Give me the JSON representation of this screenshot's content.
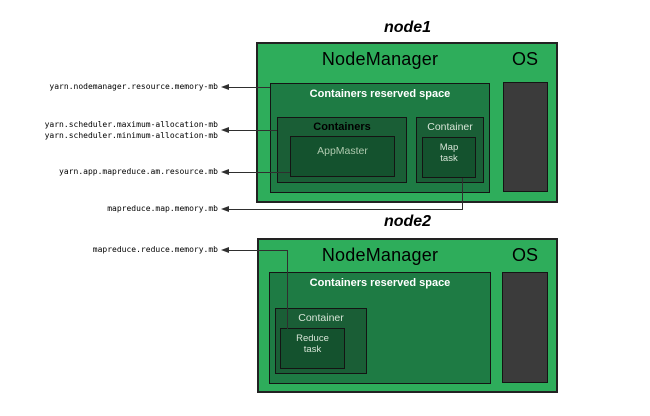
{
  "colors": {
    "node_fill": "#2ead5b",
    "reserved_fill": "#1e7b44",
    "container_fill": "#1a5e36",
    "task_fill": "#14522e",
    "os_fill": "#3b3b3b",
    "border": "#141414",
    "line": "#2f2f2f",
    "light_text": "#d6e4d6",
    "dim_text": "#aec9ae"
  },
  "node1": {
    "title": "node1",
    "nodemanager": "NodeManager",
    "os": "OS",
    "reserved": "Containers reserved space",
    "containers": "Containers",
    "appmaster": "AppMaster",
    "container": "Container",
    "map_task": "Map task"
  },
  "node2": {
    "title": "node2",
    "nodemanager": "NodeManager",
    "os": "OS",
    "reserved": "Containers reserved space",
    "container": "Container",
    "reduce_task": "Reduce task"
  },
  "labels": {
    "nm_memory": "yarn.nodemanager.resource.memory-mb",
    "sched_max": "yarn.scheduler.maximum-allocation-mb",
    "sched_min": "yarn.scheduler.minimum-allocation-mb",
    "am_resource": "yarn.app.mapreduce.am.resource.mb",
    "map_memory": "mapreduce.map.memory.mb",
    "reduce_memory": "mapreduce.reduce.memory.mb"
  }
}
